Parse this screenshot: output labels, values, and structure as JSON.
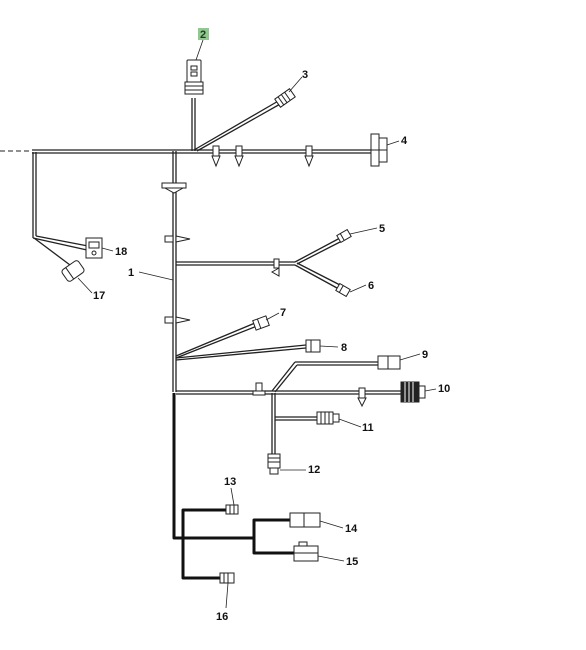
{
  "diagram": {
    "highlight_color": "#8fc98f",
    "wire_color": "#222222",
    "callouts": [
      {
        "id": "1",
        "label": "1"
      },
      {
        "id": "2",
        "label": "2",
        "highlighted": true
      },
      {
        "id": "3",
        "label": "3"
      },
      {
        "id": "4",
        "label": "4"
      },
      {
        "id": "5",
        "label": "5"
      },
      {
        "id": "6",
        "label": "6"
      },
      {
        "id": "7",
        "label": "7"
      },
      {
        "id": "8",
        "label": "8"
      },
      {
        "id": "9",
        "label": "9"
      },
      {
        "id": "10",
        "label": "10"
      },
      {
        "id": "11",
        "label": "11"
      },
      {
        "id": "12",
        "label": "12"
      },
      {
        "id": "13",
        "label": "13"
      },
      {
        "id": "14",
        "label": "14"
      },
      {
        "id": "15",
        "label": "15"
      },
      {
        "id": "16",
        "label": "16"
      },
      {
        "id": "17",
        "label": "17"
      },
      {
        "id": "18",
        "label": "18"
      }
    ]
  }
}
